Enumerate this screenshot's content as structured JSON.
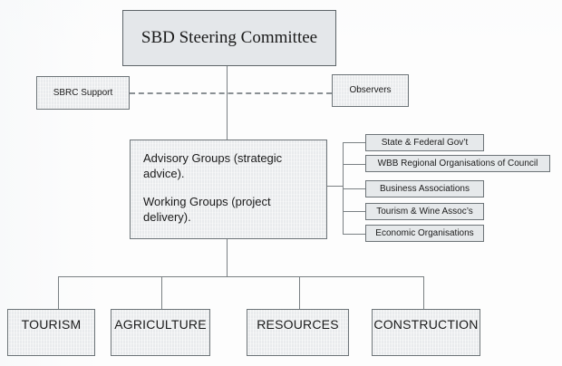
{
  "diagram": {
    "title_node": {
      "label": "SBD Steering Committee"
    },
    "side_nodes": [
      {
        "id": "sbrc",
        "label": "SBRC Support"
      },
      {
        "id": "observers",
        "label": "Observers"
      }
    ],
    "central_node": {
      "line1": "Advisory Groups (strategic",
      "line2": "advice).",
      "line3": "Working Groups (project",
      "line4": "delivery)."
    },
    "stakeholders": [
      {
        "label": "State & Federal Gov’t"
      },
      {
        "label": "WBB Regional Organisations of Council"
      },
      {
        "label": "Business Associations"
      },
      {
        "label": "Tourism & Wine Assoc’s"
      },
      {
        "label": "Economic Organisations"
      }
    ],
    "sectors": [
      {
        "label": "TOURISM"
      },
      {
        "label": "AGRICULTURE"
      },
      {
        "label": "RESOURCES"
      },
      {
        "label": "CONSTRUCTION"
      }
    ],
    "colors": {
      "box_fill": "#e9ebed",
      "box_border": "#6d7478",
      "connector": "#7a8083",
      "dashed_connector": "#8a9094",
      "background": "#fdfdfd",
      "text": "#1b1b1b"
    }
  }
}
